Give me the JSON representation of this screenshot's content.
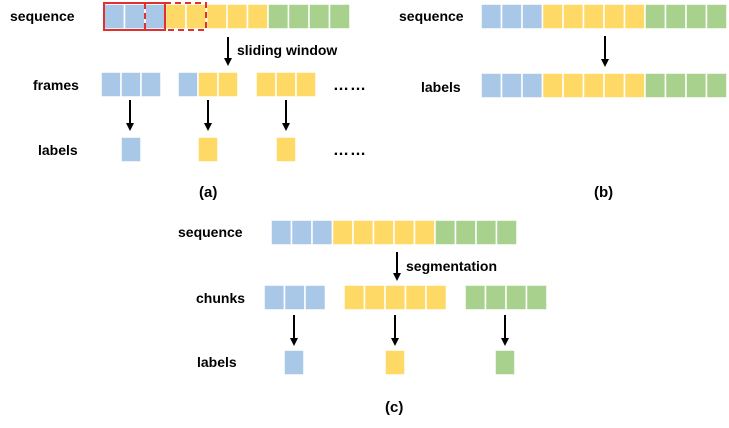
{
  "colors": {
    "blue": "#a9c8e8",
    "yellow": "#ffd966",
    "green": "#a9d18e",
    "cell_border": "#ffffff",
    "window_highlight": "#e03030",
    "arrow": "#000000"
  },
  "panel_a": {
    "caption": "(a)",
    "sequence_label": "sequence",
    "sequence_cells": [
      "blue",
      "blue",
      "blue",
      "yellow",
      "yellow",
      "yellow",
      "yellow",
      "yellow",
      "green",
      "green",
      "green",
      "green"
    ],
    "operation_label": "sliding window",
    "frames_label": "frames",
    "frames": [
      [
        "blue",
        "blue",
        "blue"
      ],
      [
        "blue",
        "yellow",
        "yellow"
      ],
      [
        "yellow",
        "yellow",
        "yellow"
      ]
    ],
    "ellipsis": "……",
    "labels_label": "labels",
    "frame_labels": [
      "blue",
      "yellow",
      "yellow"
    ]
  },
  "panel_b": {
    "caption": "(b)",
    "sequence_label": "sequence",
    "labels_label": "labels",
    "cells": [
      "blue",
      "blue",
      "blue",
      "yellow",
      "yellow",
      "yellow",
      "yellow",
      "yellow",
      "green",
      "green",
      "green",
      "green"
    ]
  },
  "panel_c": {
    "caption": "(c)",
    "sequence_label": "sequence",
    "sequence_cells": [
      "blue",
      "blue",
      "blue",
      "yellow",
      "yellow",
      "yellow",
      "yellow",
      "yellow",
      "green",
      "green",
      "green",
      "green"
    ],
    "operation_label": "segmentation",
    "chunks_label": "chunks",
    "chunks": [
      [
        "blue",
        "blue",
        "blue"
      ],
      [
        "yellow",
        "yellow",
        "yellow",
        "yellow",
        "yellow"
      ],
      [
        "green",
        "green",
        "green",
        "green"
      ]
    ],
    "labels_label": "labels",
    "chunk_labels": [
      "blue",
      "yellow",
      "green"
    ]
  }
}
